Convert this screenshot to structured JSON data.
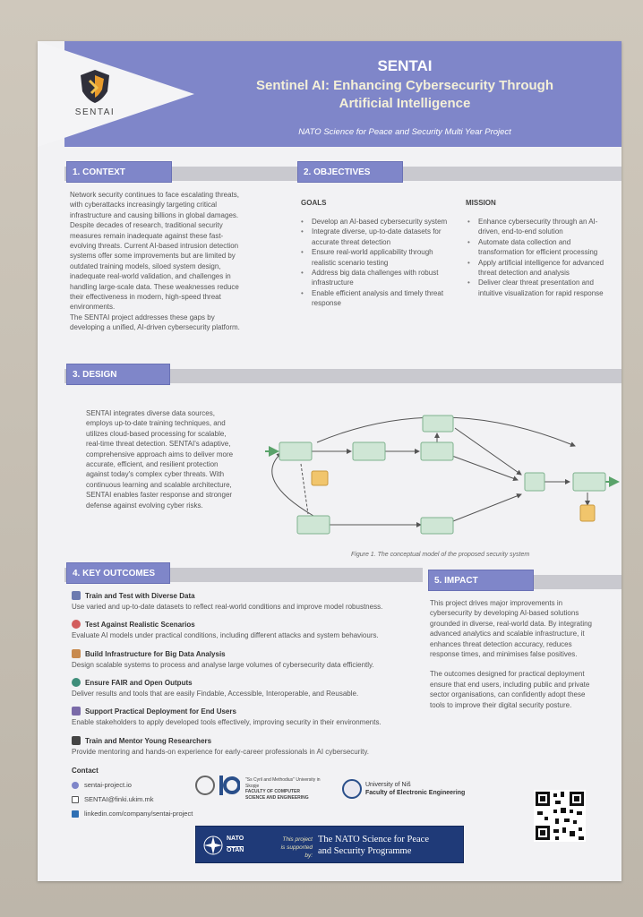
{
  "header": {
    "logo_text": "SENTAI",
    "title": "SENTAI",
    "subtitle_line1": "Sentinel AI: Enhancing Cybersecurity Through",
    "subtitle_line2": "Artificial Intelligence",
    "tagline": "NATO Science for Peace and Security Multi Year Project"
  },
  "context": {
    "heading": "1. CONTEXT",
    "paragraph1": "Network security continues to face escalating threats, with cyberattacks increasingly targeting critical infrastructure and causing billions in global damages. Despite decades of research, traditional security measures remain inadequate against these fast-evolving threats. Current AI-based intrusion detection systems offer some improvements but are limited by outdated training models, siloed system design, inadequate real-world validation, and challenges in handling large-scale data. These weaknesses reduce their effectiveness in modern, high-speed threat environments.",
    "paragraph2": "The SENTAI project addresses these gaps by developing a unified, AI-driven cybersecurity platform."
  },
  "objectives": {
    "heading": "2. OBJECTIVES",
    "goals_title": "GOALS",
    "goals": [
      "Develop an AI-based cybersecurity system",
      "Integrate diverse, up-to-date datasets for accurate threat detection",
      "Ensure real-world applicability through realistic scenario testing",
      "Address big data challenges with robust infrastructure",
      "Enable efficient analysis and timely threat response"
    ],
    "mission_title": "MISSION",
    "mission": [
      "Enhance cybersecurity through an AI-driven, end-to-end solution",
      "Automate data collection and transformation for efficient processing",
      "Apply artificial intelligence for advanced threat detection and analysis",
      "Deliver clear threat presentation and intuitive visualization for rapid response"
    ]
  },
  "design": {
    "heading": "3. DESIGN",
    "paragraph": "SENTAI integrates diverse data sources, employs up-to-date training techniques, and utilizes cloud-based processing for scalable, real-time threat detection. SENTAI's adaptive, comprehensive approach aims to deliver more accurate, efficient, and resilient protection against today's complex cyber threats. With continuous learning and scalable architecture, SENTAI enables faster response and stronger defense against evolving cyber risks.",
    "figure_caption": "Figure 1. The conceptual model of the proposed security system"
  },
  "outcomes": {
    "heading": "4. KEY OUTCOMES",
    "items": [
      {
        "title": "Train and Test with Diverse Data",
        "text": "Use varied and up-to-date datasets to reflect real-world conditions and improve model robustness.",
        "icon": "database-icon",
        "color": "#6d7bb0"
      },
      {
        "title": "Test Against Realistic Scenarios",
        "text": "Evaluate AI models under practical conditions, including different attacks and system behaviours.",
        "icon": "pin-icon",
        "color": "#d25d5d"
      },
      {
        "title": "Build Infrastructure for Big Data Analysis",
        "text": "Design scalable systems to process and analyse large volumes of cybersecurity data efficiently.",
        "icon": "edit-icon",
        "color": "#c88a4e"
      },
      {
        "title": "Ensure FAIR and Open Outputs",
        "text": "Deliver results and tools that are easily Findable, Accessible, Interoperable, and Reusable.",
        "icon": "globe-icon",
        "color": "#3f8e7a"
      },
      {
        "title": "Support Practical Deployment for End Users",
        "text": "Enable stakeholders to apply developed tools effectively, improving security in their environments.",
        "icon": "rocket-icon",
        "color": "#7a6aa8"
      },
      {
        "title": "Train and Mentor Young Researchers",
        "text": "Provide mentoring and hands-on experience for early-career professionals in AI cybersecurity.",
        "icon": "graduation-cap-icon",
        "color": "#444444"
      }
    ]
  },
  "impact": {
    "heading": "5. IMPACT",
    "paragraph1": "This project drives major improvements in cybersecurity by developing AI-based solutions grounded in diverse, real-world data. By integrating advanced analytics and scalable infrastructure, it enhances threat detection accuracy, reduces response times, and minimises false positives.",
    "paragraph2": "The outcomes designed for practical deployment ensure that end users, including public and private sector organisations, can confidently adopt these tools to improve their digital security posture."
  },
  "contact": {
    "title": "Contact",
    "website": "sentai-project.io",
    "email": "SENTAI@finki.ukim.mk",
    "linkedin": "linkedin.com/company/sentai-project"
  },
  "partners": {
    "faculty_line1": "\"Ss Cyril and Methodius\" University in Skopje",
    "faculty_line2": "FACULTY OF COMPUTER",
    "faculty_line3": "SCIENCE AND ENGINEERING",
    "nis_line1": "University of Niš",
    "nis_line2": "Faculty of Electronic Engineering"
  },
  "footer": {
    "nato_line1": "NATO",
    "nato_line2": "OTAN",
    "supported_line1": "This project",
    "supported_line2": "is supported by:",
    "programme_line1": "The NATO Science for Peace",
    "programme_line2": "and Security Programme"
  },
  "colors": {
    "header": "#7f86c9",
    "section_head": "#7f86c9",
    "footer": "#1f3a78"
  }
}
